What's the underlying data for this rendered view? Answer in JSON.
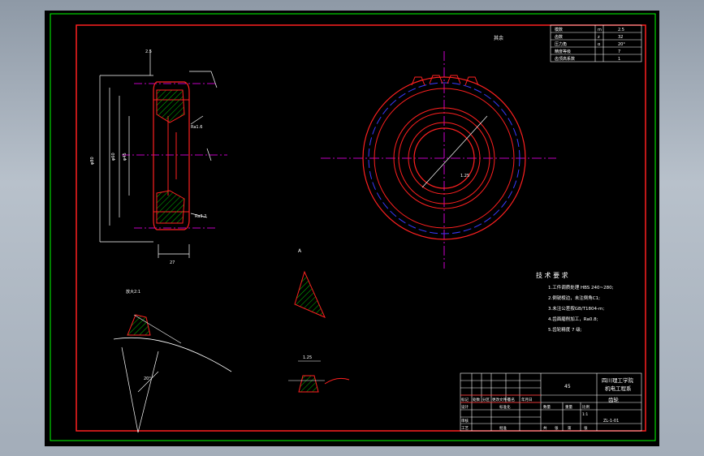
{
  "drawing": {
    "technical_requirements": {
      "title": "技 术 要 求",
      "lines": [
        "1.工件调质处理 HBS 240~280;",
        "2.倒锐棱边，未注倒角C1;",
        "3.未注公差按GB/T1804-m;",
        "4.齿面磨削加工，Ra0.8;",
        "5.齿轮精度 7 级;"
      ]
    },
    "title_block": {
      "school_line1": "四川理工学院",
      "school_line2": "机电工程系",
      "part_name": "齿轮",
      "drawing_no": "ZL-1-01",
      "scale_label": "比例",
      "scale_value": "1:1",
      "weight_label": "重量",
      "quantity_label": "数量",
      "material": "45",
      "labels_left": [
        "标记",
        "处数",
        "分区",
        "更改文件号",
        "签名",
        "年月日"
      ],
      "labels_row2": [
        "设计",
        "",
        "标准化"
      ],
      "labels_row3": [
        "审核",
        ""
      ],
      "labels_row4": [
        "工艺",
        "",
        "批准"
      ],
      "sheet_labels": [
        "共",
        "张",
        "第",
        "张"
      ]
    },
    "params_table": {
      "rows": [
        [
          "模数",
          "m",
          "2.5"
        ],
        [
          "齿数",
          "z",
          "32"
        ],
        [
          "压力角",
          "α",
          "20°"
        ],
        [
          "精度等级",
          "",
          "7"
        ],
        [
          "齿顶高系数",
          "",
          "1"
        ]
      ]
    },
    "roughness_note": "其余",
    "view_labels": {
      "detail_a": "A",
      "detail_scale": "放大2:1"
    },
    "dimensions": {
      "width": "27",
      "dim_a": "2.5",
      "dim_b": "Ra1.6",
      "dim_c": "Ra3.2",
      "dim_d": "φ80",
      "dim_e": "φ60",
      "dim_f": "φ45",
      "dim_g": "1.25",
      "dim_h": "20°"
    }
  },
  "colors": {
    "border_green": "#00ff00",
    "frame_red": "#ff2020",
    "centerline_magenta": "#ff00ff",
    "hidden_blue": "#3a3aff",
    "hatch_green": "#00c000",
    "text_white": "#ffffff"
  }
}
